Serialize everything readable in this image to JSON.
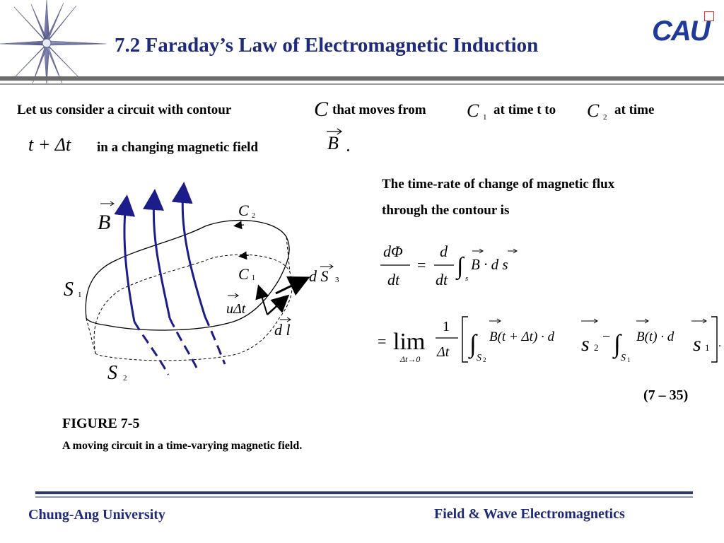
{
  "title": "7.2 Faraday’s Law of Electromagnetic Induction",
  "logo_text": "CAU",
  "intro": {
    "part1": "Let us consider a circuit with contour",
    "sym_C": "C",
    "part2": "that moves from",
    "sym_C1": "C",
    "sub1": "1",
    "part3": "at time t to",
    "sym_C2": "C",
    "sub2": "2",
    "part4": "at time",
    "time_expr": "t + Δt",
    "part5": "in a changing magnetic field",
    "sym_B": "B",
    "period": "."
  },
  "right_text": {
    "line1": "The time-rate of change of magnetic flux",
    "line2": "through the contour is"
  },
  "figure": {
    "labels": {
      "B": "B",
      "C2": "C",
      "C2_sub": "2",
      "C1": "C",
      "C1_sub": "1",
      "S1": "S",
      "S1_sub": "1",
      "S2": "S",
      "S2_sub": "2",
      "dS3": "d S",
      "dS3_sub": "3",
      "udt": "uΔt",
      "dl": "d l"
    },
    "caption_title": "FIGURE 7-5",
    "caption_text": "A moving circuit in a time-varying magnetic field."
  },
  "eq1": {
    "num_left": "dΦ",
    "den_left": "dt",
    "equals": "=",
    "num_right": "d",
    "den_right": "dt",
    "integrand": "B · d s",
    "int_sub": "s"
  },
  "eq2": {
    "equals": "=",
    "lim": "lim",
    "lim_sub": "Δt→0",
    "frac_num": "1",
    "frac_den": "Δt",
    "term1": "B(t + Δt) · d",
    "s2": "s",
    "s2_sub": "2",
    "minus": "−",
    "term2": "B(t) · d",
    "s1": "s",
    "s1_sub": "1",
    "int1_sub": "S",
    "int1_subsub": "2",
    "int2_sub": "S",
    "int2_subsub": "1",
    "end": "."
  },
  "eq_number": "(7 – 35)",
  "footer": {
    "left": "Chung-Ang University",
    "right": "Field & Wave Electromagnetics"
  },
  "colors": {
    "title": "#1f2a7a",
    "field_lines": "#1c1c8a",
    "rule": "#2b3a6b"
  }
}
